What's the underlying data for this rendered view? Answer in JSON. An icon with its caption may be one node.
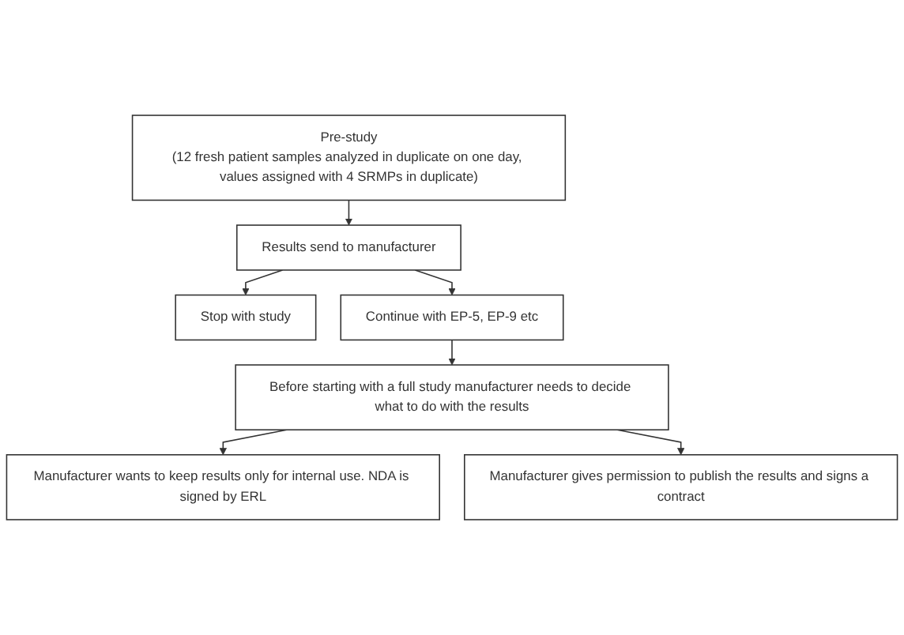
{
  "diagram": {
    "nodes": [
      {
        "text": [
          "Pre-study",
          "(12 fresh patient samples analyzed in duplicate on one day, values assigned with 4 SRMPs in duplicate)"
        ]
      },
      {
        "text": [
          "Results send to manufacturer"
        ]
      },
      {
        "text": [
          "Stop with study"
        ]
      },
      {
        "text": [
          "Continue with EP-5, EP-9 etc"
        ]
      },
      {
        "text": [
          "Before starting with a full study manufacturer needs to decide what to do with the results"
        ]
      },
      {
        "text": [
          "Manufacturer wants to keep results only for internal use. NDA is signed by ERL"
        ]
      },
      {
        "text": [
          "Manufacturer gives permission to publish the results and signs a contract"
        ]
      }
    ],
    "edges": [
      {
        "from": 0,
        "to": 1,
        "arrow": "to"
      },
      {
        "from": 1,
        "to": 2,
        "arrow": "to"
      },
      {
        "from": 1,
        "to": 3,
        "arrow": "to"
      },
      {
        "from": 3,
        "to": 4,
        "arrow": "to"
      },
      {
        "from": 4,
        "to": 5,
        "arrow": "to"
      },
      {
        "from": 4,
        "to": 6,
        "arrow": "to"
      }
    ]
  }
}
